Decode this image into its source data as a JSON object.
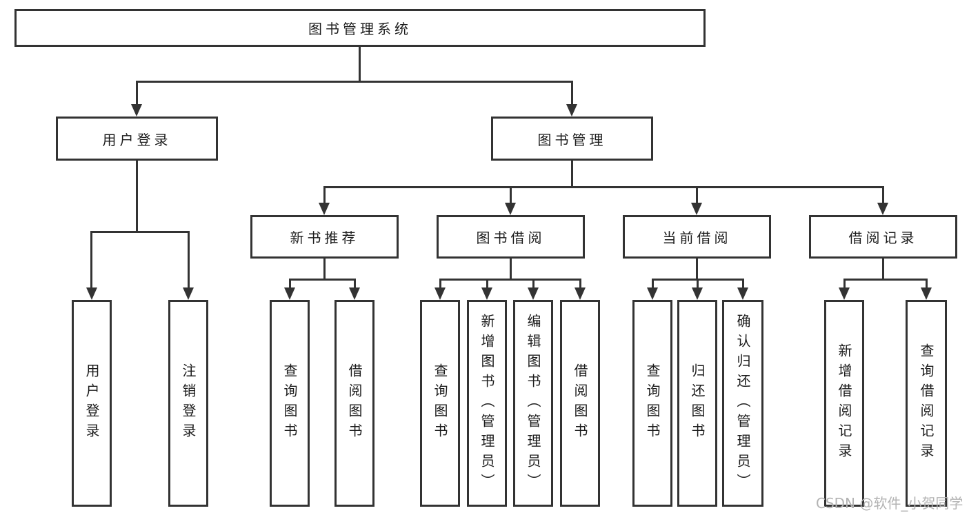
{
  "page": {
    "background_color": "#ffffff",
    "line_color": "#333333",
    "box_border_color": "#333333",
    "text_color": "#1c1c1c",
    "watermark_color": "#b3b3b3"
  },
  "watermark": "CSDN @软件_小贺同学",
  "tree": {
    "root": "图书管理系统",
    "branches": [
      {
        "label": "用户登录",
        "leaves": [
          "用户登录",
          "注销登录"
        ]
      },
      {
        "label": "图书管理",
        "children": [
          {
            "label": "新书推荐",
            "leaves": [
              "查询图书",
              "借阅图书"
            ]
          },
          {
            "label": "图书借阅",
            "leaves": [
              "查询图书",
              "新增图书（管理员）",
              "编辑图书（管理员）",
              "借阅图书"
            ]
          },
          {
            "label": "当前借阅",
            "leaves": [
              "查询图书",
              "归还图书",
              "确认归还（管理员）"
            ]
          },
          {
            "label": "借阅记录",
            "leaves": [
              "新增借阅记录",
              "查询借阅记录"
            ]
          }
        ]
      }
    ]
  }
}
